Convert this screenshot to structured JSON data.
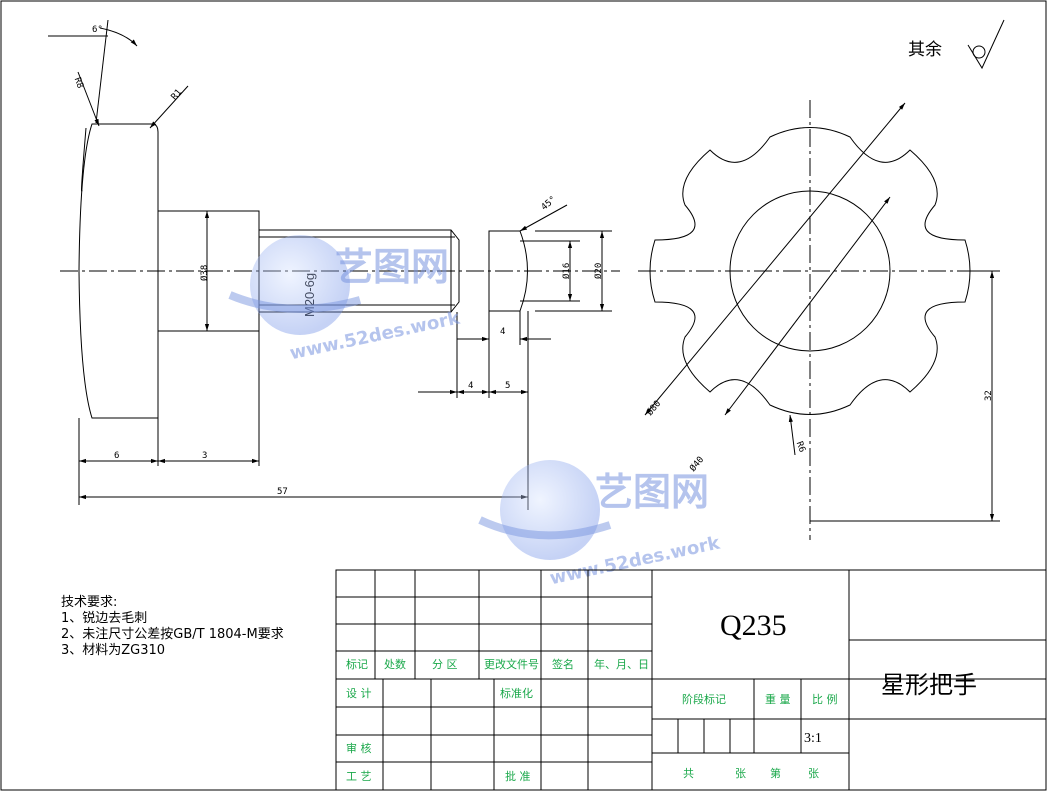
{
  "drawing": {
    "roughness_note": "其余",
    "thread_label": "M20-6g",
    "dims": {
      "angle": "6°",
      "radius_r8": "R8",
      "radius_r1": "R1",
      "dia_left_body": "Ø38",
      "chamfer": "45°",
      "dia_small_1": "Ø16",
      "dia_small_2": "Ø20",
      "len_4a": "4",
      "len_4b": "4",
      "len_5": "5",
      "len_6": "6",
      "len_3": "3",
      "len_57": "57",
      "dia_80": "Ø80",
      "dia_40": "Ø40",
      "radius_r6": "R6",
      "len_32": "32"
    }
  },
  "watermark": {
    "brand": "艺图网",
    "url": "www.52des.work"
  },
  "tech_notes": {
    "title": "技术要求:",
    "items": [
      "1、锐边去毛刺",
      "2、未注尺寸公差按GB/T 1804-M要求",
      "3、材料为ZG310"
    ]
  },
  "title_block": {
    "material": "Q235",
    "part_name": "星形把手",
    "headers": [
      "标记",
      "处数",
      "分 区",
      "更改文件号",
      "签名",
      "年、月、日"
    ],
    "roles": {
      "design": "设 计",
      "standard": "标准化",
      "review": "审 核",
      "process": "工 艺",
      "approve": "批 准"
    },
    "stage_mark": "阶段标记",
    "weight": "重 量",
    "scale_label": "比 例",
    "scale_value": "3:1",
    "sheet_total": "共",
    "sheet_unit_a": "张",
    "sheet_nth": "第",
    "sheet_unit_b": "张"
  }
}
